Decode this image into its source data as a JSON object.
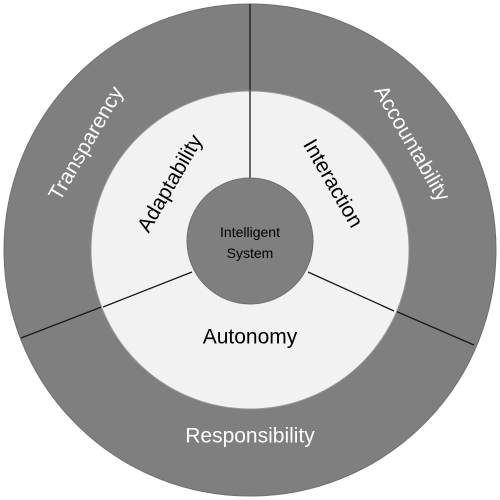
{
  "diagram": {
    "core": {
      "line1": "Intelligent",
      "line2": "System"
    },
    "middle_ring": [
      "Adaptability",
      "Interaction",
      "Autonomy"
    ],
    "outer_ring": [
      "Transparency",
      "Accountability",
      "Responsibility"
    ],
    "colors": {
      "outer_ring_fill": "#7f7f7f",
      "middle_ring_fill": "#f2f2f2",
      "core_fill": "#7f7f7f",
      "divider_lines": "#1a1a1a",
      "outer_text": "#ffffff",
      "inner_text": "#000000"
    }
  }
}
